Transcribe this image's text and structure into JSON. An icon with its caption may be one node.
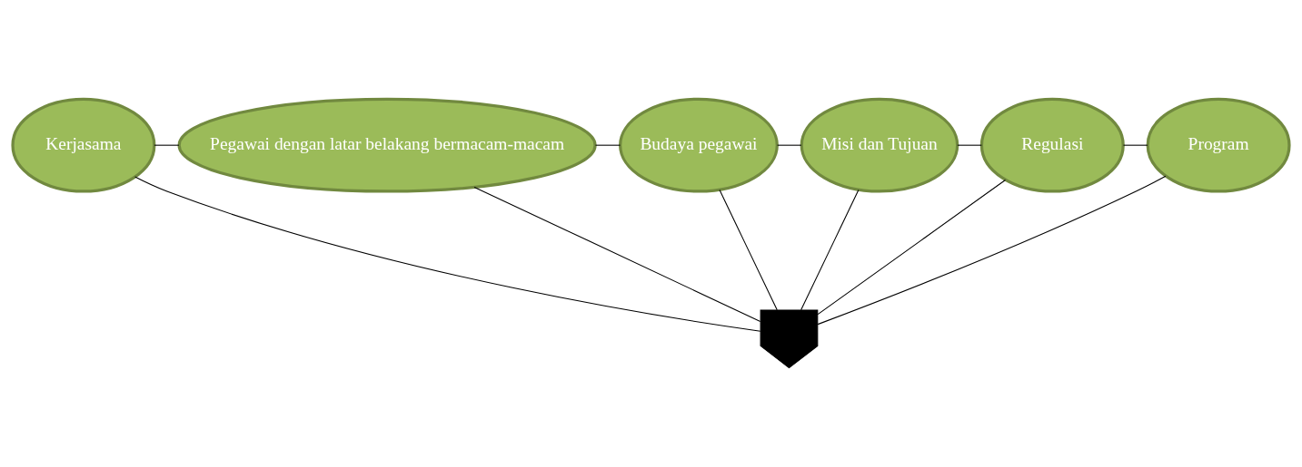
{
  "diagram": {
    "nodes": [
      {
        "text": [
          "Kerjasama"
        ]
      },
      {
        "text": [
          "Pegawai dengan latar belakang bermacam-macam"
        ]
      },
      {
        "text": [
          "Budaya pegawai"
        ]
      },
      {
        "text": [
          "Misi dan Tujuan"
        ]
      },
      {
        "text": [
          "Regulasi"
        ]
      },
      {
        "text": [
          "Program"
        ]
      },
      {
        "text": [],
        "shape": "arrow"
      }
    ],
    "edges": [
      {
        "from": 0,
        "to": 1,
        "arrow": "none"
      },
      {
        "from": 1,
        "to": 2,
        "arrow": "none"
      },
      {
        "from": 2,
        "to": 3,
        "arrow": "none"
      },
      {
        "from": 3,
        "to": 4,
        "arrow": "none"
      },
      {
        "from": 4,
        "to": 5,
        "arrow": "none"
      },
      {
        "from": 0,
        "to": 6,
        "arrow": "none"
      },
      {
        "from": 1,
        "to": 6,
        "arrow": "none"
      },
      {
        "from": 2,
        "to": 6,
        "arrow": "none"
      },
      {
        "from": 3,
        "to": 6,
        "arrow": "none"
      },
      {
        "from": 4,
        "to": 6,
        "arrow": "none"
      },
      {
        "from": 5,
        "to": 6,
        "arrow": "none"
      }
    ]
  }
}
